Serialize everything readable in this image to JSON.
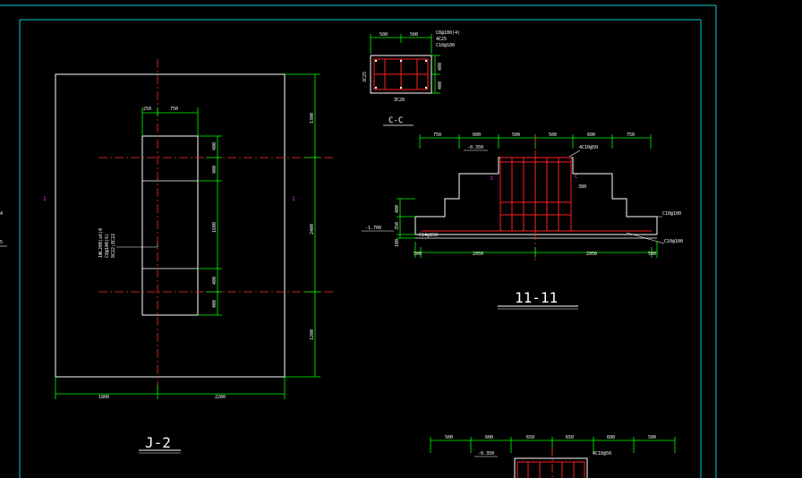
{
  "titles": {
    "plan": "J-2",
    "section_small": "C-C",
    "section_main": "11-11"
  },
  "plan": {
    "top_dims": [
      "250",
      "750"
    ],
    "bottom_dims": [
      "1800",
      "2200"
    ],
    "right_dims": [
      "1300",
      "2400",
      "1200"
    ],
    "inner_right_dims": [
      "400",
      "400",
      "1600",
      "400",
      "400"
    ],
    "side_markers": [
      "1",
      "1"
    ],
    "column_note": [
      "1ФL200(x6)0",
      "C8@100(6)",
      "8C22;8C22"
    ]
  },
  "cc_section": {
    "top_dims": [
      "500",
      "500"
    ],
    "notes": [
      "C8@100(4)",
      "4C25",
      "C10@100"
    ],
    "left_dim": "3C25",
    "right_dims": [
      "400",
      "400"
    ],
    "bottom_label": "3C20"
  },
  "section_11": {
    "top_dims": [
      "750",
      "600",
      "500",
      "500",
      "600",
      "750"
    ],
    "top_notes": [
      "-0.350",
      "4C10@50"
    ],
    "markers": [
      "C",
      "C"
    ],
    "right_note_small": "380",
    "right_notes": [
      "C10@100",
      "C10@100"
    ],
    "left_level": "-1.700",
    "left_dims": [
      "400",
      "350"
    ],
    "bottom_left_dim": "100",
    "bottom_dims": [
      "500",
      "2050",
      "2050",
      "500"
    ],
    "rebar_note": "C14@150"
  },
  "section_bottom": {
    "top_dims": [
      "500",
      "600",
      "650",
      "650",
      "600",
      "500"
    ],
    "top_notes": [
      "-0.350",
      "4C10@50"
    ]
  },
  "edge": {
    "left_marks": [
      "4",
      "5"
    ]
  },
  "colors": {
    "frame": "#00d0d0",
    "outline": "#ffffff",
    "dimension": "#00ff00",
    "center_line": "#ff3030",
    "rebar": "#ff2020",
    "marker": "#ff33ff"
  }
}
